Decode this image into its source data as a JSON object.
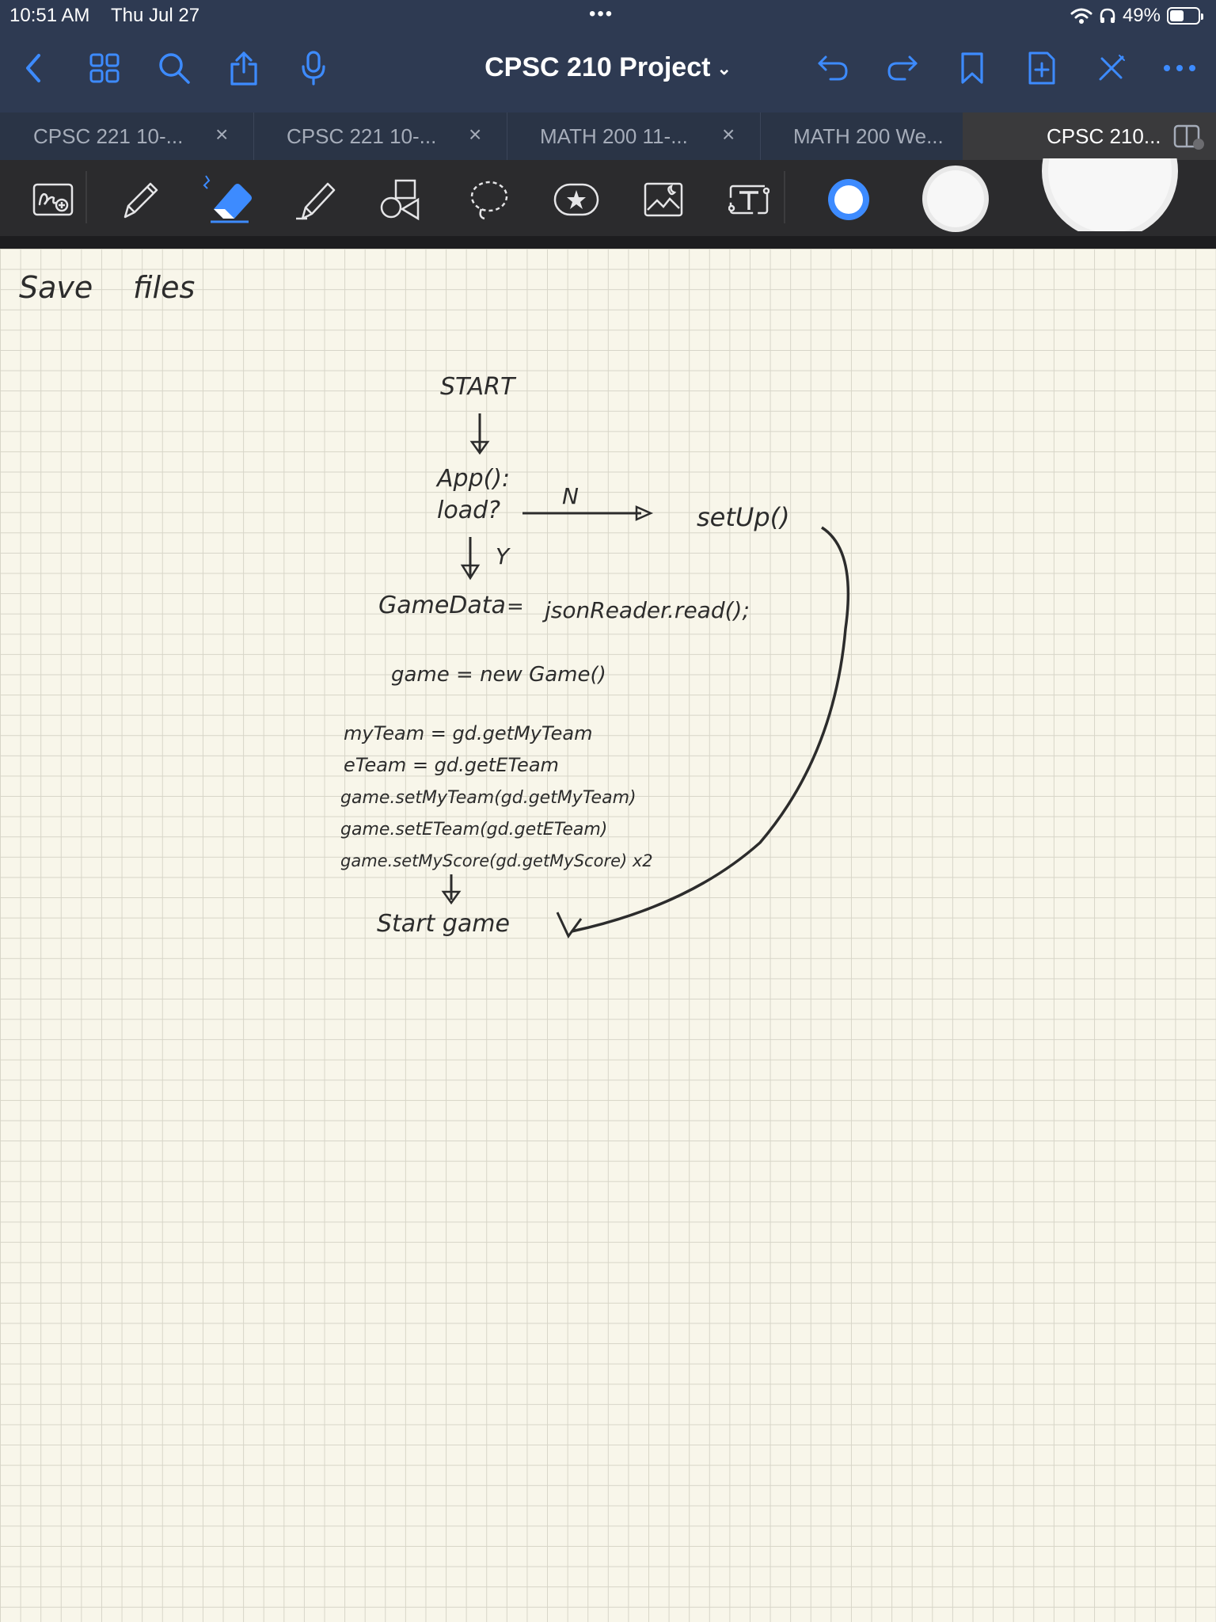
{
  "status": {
    "time": "10:51 AM",
    "date": "Thu Jul 27",
    "battery": "49%"
  },
  "nav": {
    "title": "CPSC 210 Project"
  },
  "tabs": [
    {
      "label": "CPSC 221 10-...",
      "active": false
    },
    {
      "label": "CPSC 221 10-...",
      "active": false
    },
    {
      "label": "MATH 200 11-...",
      "active": false
    },
    {
      "label": "MATH 200 We...",
      "active": false
    },
    {
      "label": "CPSC 210...",
      "active": true
    }
  ],
  "colors": {
    "accent": "#3d8bff",
    "chrome": "#2e3a52",
    "paper": "#f8f6ea"
  },
  "note": {
    "heading_1": "Save",
    "heading_2": "files",
    "start": "START",
    "app_line1": "App():",
    "app_line2": "load?",
    "branch_n": "N",
    "branch_y": "Y",
    "setup": "setUp()",
    "gamedata": "GameData",
    "equals": "=",
    "json_read": "jsonReader.read();",
    "new_game": "game = new Game()",
    "line_myteam": "myTeam = gd.getMyTeam",
    "line_eteam": "eTeam = gd.getETeam",
    "line_setmy": "game.setMyTeam(gd.getMyTeam)",
    "line_sete": "game.setETeam(gd.getETeam)",
    "line_score": "game.setMyScore(gd.getMyScore) x2",
    "start_game": "Start game"
  }
}
